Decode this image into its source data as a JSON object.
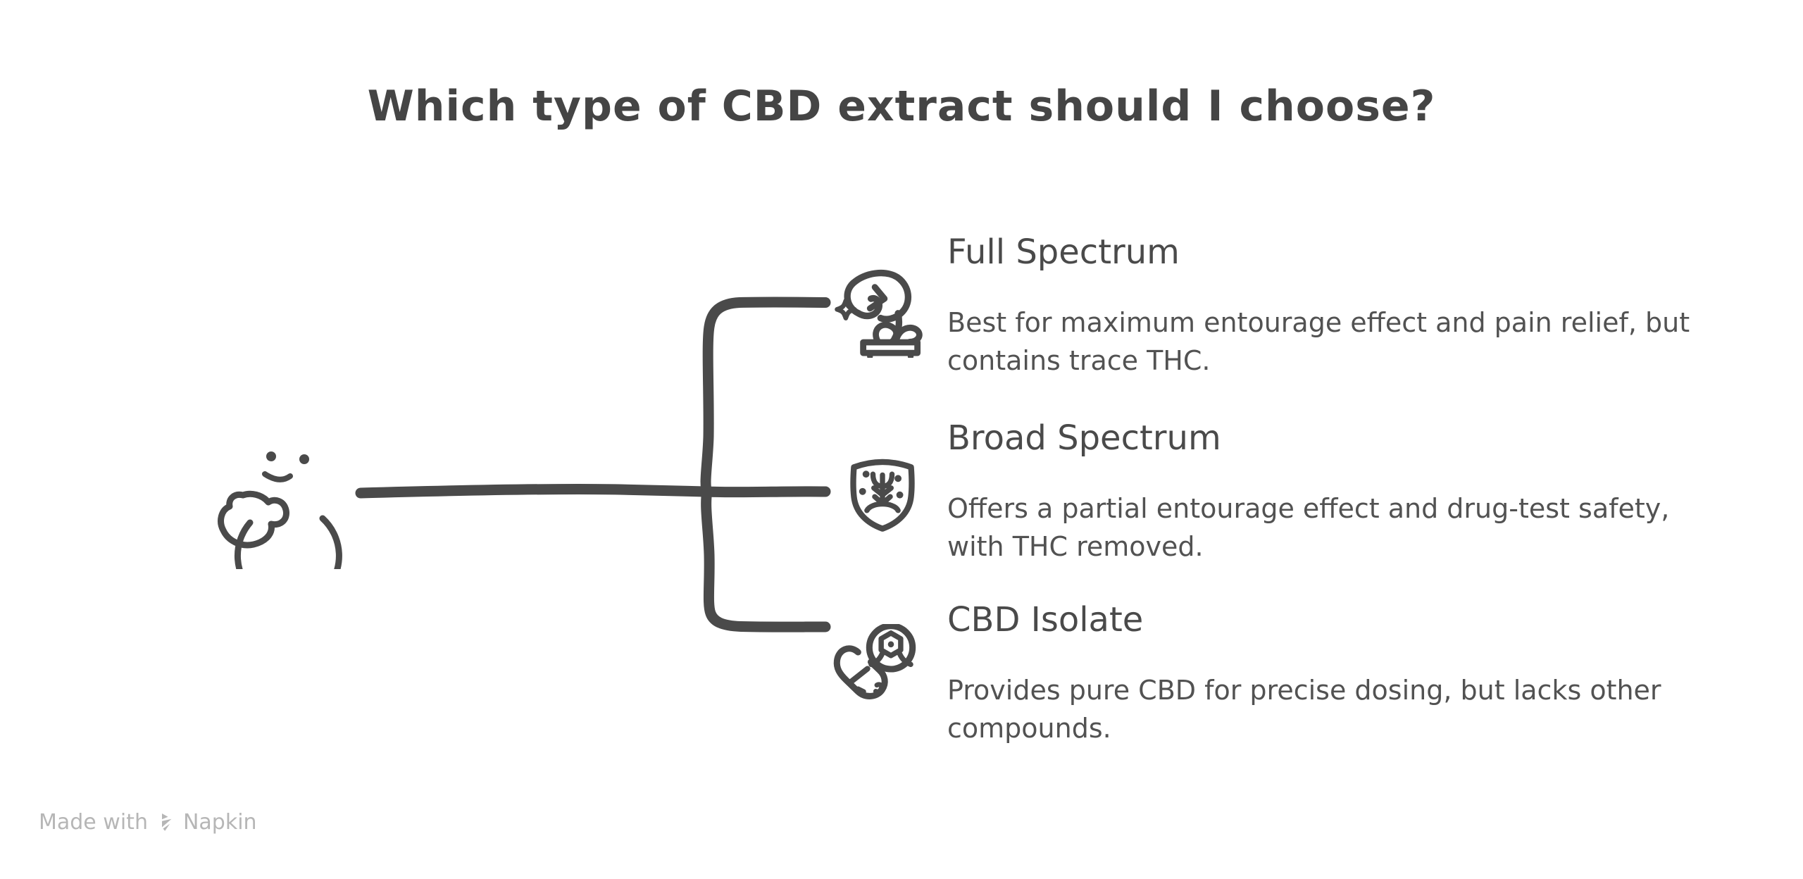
{
  "title": "Which type of CBD extract should I choose?",
  "root": {
    "icon": "thinking-face-icon"
  },
  "branches": [
    {
      "label": "Full Spectrum",
      "icon": "cbd-flower-pot-icon",
      "description": [
        "Best for maximum entourage effect and pain relief, but contains trace THC."
      ],
      "description_lines": [
        "Best for maximum entourage effect and pain relief, but",
        "contains trace THC."
      ]
    },
    {
      "label": "Broad Spectrum",
      "icon": "shield-plant-icon",
      "description": [
        "Offers a partial entourage effect and drug-test safety, with THC removed."
      ],
      "description_lines": [
        "Offers a partial entourage effect and drug-test safety,",
        "with THC removed."
      ]
    },
    {
      "label": "CBD Isolate",
      "icon": "capsule-molecule-icon",
      "description": [
        "Provides pure CBD for precise dosing, but lacks other compounds."
      ],
      "description_lines": [
        "Provides pure CBD for precise dosing, but lacks other",
        "compounds."
      ]
    }
  ],
  "footer": {
    "made_with_label": "Made with",
    "brand_name": "Napkin"
  },
  "colors": {
    "ink": "#4a4a4a",
    "title_ink": "#454545",
    "body_ink": "#525252",
    "watermark": "#b6b6b6",
    "background": "#ffffff"
  }
}
